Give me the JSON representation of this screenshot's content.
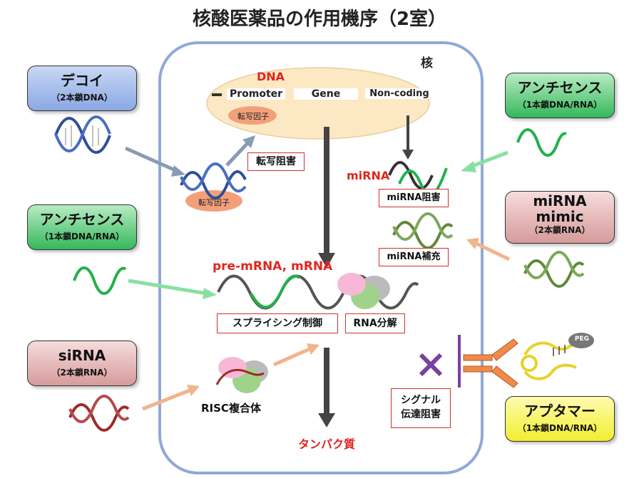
{
  "title": "核酸医薬品の作用機序（2室）",
  "nucleus_label": "核",
  "dna": {
    "label": "DNA",
    "promoter": "Promoter",
    "gene": "Gene",
    "noncoding": "Non-coding",
    "tf": "転写因子"
  },
  "tf_bound": "転写因子",
  "labels": {
    "transcription_block": "転写阻害",
    "mirna": "miRNA",
    "mirna_inhibit": "miRNA阻害",
    "mirna_supplement": "miRNA補充",
    "pre_mrna": "pre-mRNA, mRNA",
    "splicing": "スプライシング制御",
    "rna_degradation": "RNA分解",
    "risc": "RISC複合体",
    "signal_block": "シグナル\n伝達阻害",
    "protein": "タンパク質",
    "peg": "PEG"
  },
  "boxes": {
    "decoy": {
      "main": "デコイ",
      "sub": "（2本鎖DNA）"
    },
    "antisense_left": {
      "main": "アンチセンス",
      "sub": "（1本鎖DNA/RNA）"
    },
    "sirna": {
      "main": "siRNA",
      "sub": "（2本鎖RNA）"
    },
    "antisense_right": {
      "main": "アンチセンス",
      "sub": "（1本鎖DNA/RNA）"
    },
    "mirna_mimic": {
      "main": "miRNA\nmimic",
      "sub": "（2本鎖RNA）"
    },
    "aptamer": {
      "main": "アプタマー",
      "sub": "（1本鎖DNA/RNA）"
    }
  },
  "colors": {
    "cell_border": "#8fa9d6",
    "nucleus_fill": "#fde8c4",
    "decoy_dna": "#2e4f9c",
    "antisense": "#22b14c",
    "mirna": "#5e8a3a",
    "sirna": "#9e2a2a",
    "red_text": "#e0261c"
  }
}
